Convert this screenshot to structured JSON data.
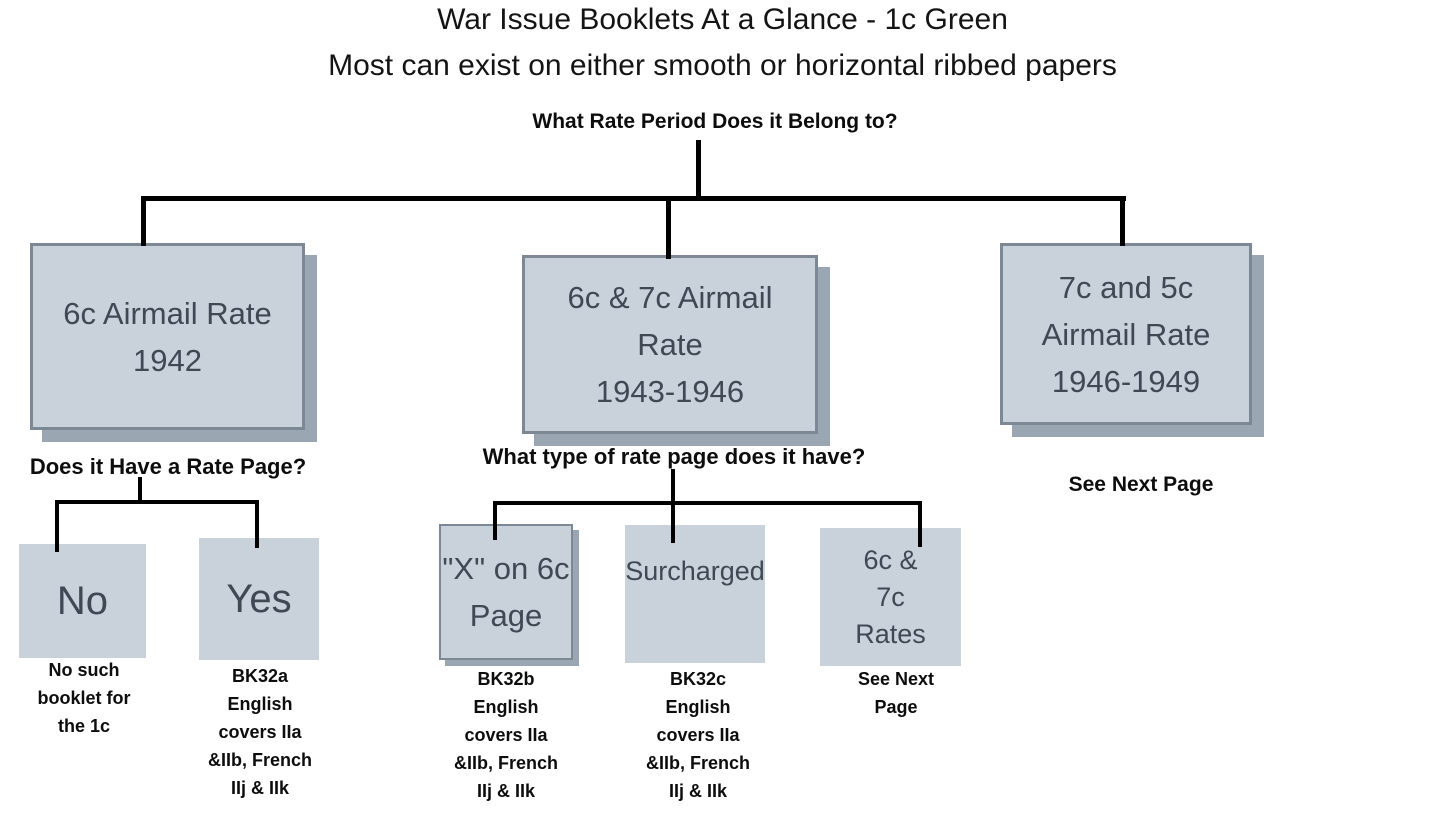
{
  "title": "War Issue Booklets At a Glance - 1c Green",
  "subtitle": "Most can exist on either smooth or horizontal ribbed papers",
  "root_question": "What Rate Period Does it Belong to?",
  "colors": {
    "background": "#ffffff",
    "box_fill": "#c9d1db",
    "box_border": "#7c8893",
    "box_shadow": "#9aa6b2",
    "box_text": "#3f4954",
    "label_text": "#0d0d0d",
    "connector": "#000000"
  },
  "branches": [
    {
      "id": "6c-airmail-1942",
      "box_label": "6c Airmail Rate\n1942",
      "question": "Does it Have a Rate Page?",
      "options": [
        {
          "box_label": "No",
          "result": "No such\nbooklet for\nthe 1c"
        },
        {
          "box_label": "Yes",
          "result": "BK32a\nEnglish\ncovers IIa\n&IIb, French\nIIj & IIk"
        }
      ]
    },
    {
      "id": "6c-7c-airmail-1943-1946",
      "box_label": "6c & 7c Airmail\nRate\n1943-1946",
      "question": "What type of rate page does it have?",
      "options": [
        {
          "box_label": "\"X\" on 6c\nPage",
          "result": "BK32b\nEnglish\ncovers IIa\n&IIb, French\nIIj & IIk"
        },
        {
          "box_label": "Surcharged",
          "result": "BK32c\nEnglish\ncovers IIa\n&IIb, French\nIIj & IIk"
        },
        {
          "box_label": "6c &\n7c\nRates",
          "result": "See Next\nPage"
        }
      ]
    },
    {
      "id": "7c-5c-airmail-1946-1949",
      "box_label": "7c and 5c\nAirmail Rate\n1946-1949",
      "result": "See Next Page"
    }
  ]
}
